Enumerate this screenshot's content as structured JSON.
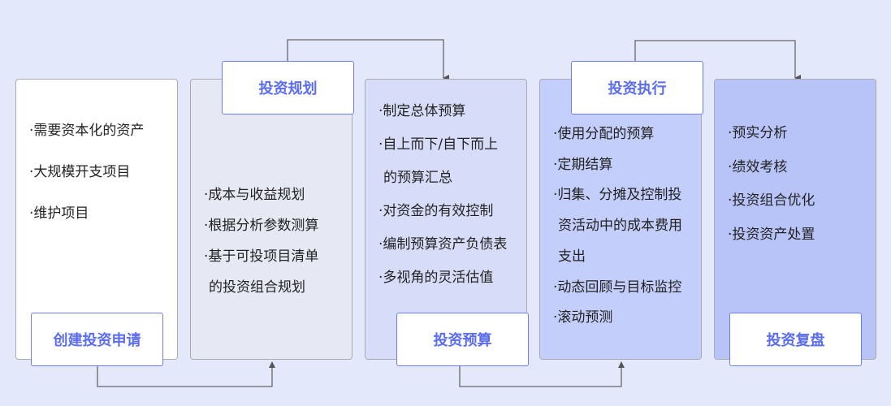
{
  "stages": [
    {
      "label": "创建投资申请",
      "fill": "#ffffff",
      "items": [
        [
          "·需要资本化的资产"
        ],
        [
          "·大规模开支项目"
        ],
        [
          "·维护项目"
        ]
      ]
    },
    {
      "label": "投资规划",
      "fill": "#e6e9f4",
      "items": [
        [
          "·成本与收益规划"
        ],
        [
          "·根据分析参数测算"
        ],
        [
          "·基于可投项目清单",
          "的投资组合规划"
        ]
      ]
    },
    {
      "label": "投资预算",
      "fill": "#d7ddf8",
      "items": [
        [
          "·制定总体预算"
        ],
        [
          "·自上而下/自下而上",
          "的预算汇总"
        ],
        [
          "·对资金的有效控制"
        ],
        [
          "·编制预算资产负债表"
        ],
        [
          "·多视角的灵活估值"
        ]
      ]
    },
    {
      "label": "投资执行",
      "fill": "#c3cefa",
      "items": [
        [
          "·使用分配的预算"
        ],
        [
          "·定期结算"
        ],
        [
          "·归集、分摊及控制投",
          "资活动中的成本费用",
          "支出"
        ],
        [
          "·动态回顾与目标监控"
        ],
        [
          "·滚动预测"
        ]
      ]
    },
    {
      "label": "投资复盘",
      "fill": "#b8c4f8",
      "items": [
        [
          "·预实分析"
        ],
        [
          "·绩效考核"
        ],
        [
          "·投资组合优化"
        ],
        [
          "·投资资产处置"
        ]
      ]
    }
  ],
  "colors": {
    "background": "#e4e8fb",
    "accent": "#5a6cf0",
    "connector": "#555555"
  }
}
